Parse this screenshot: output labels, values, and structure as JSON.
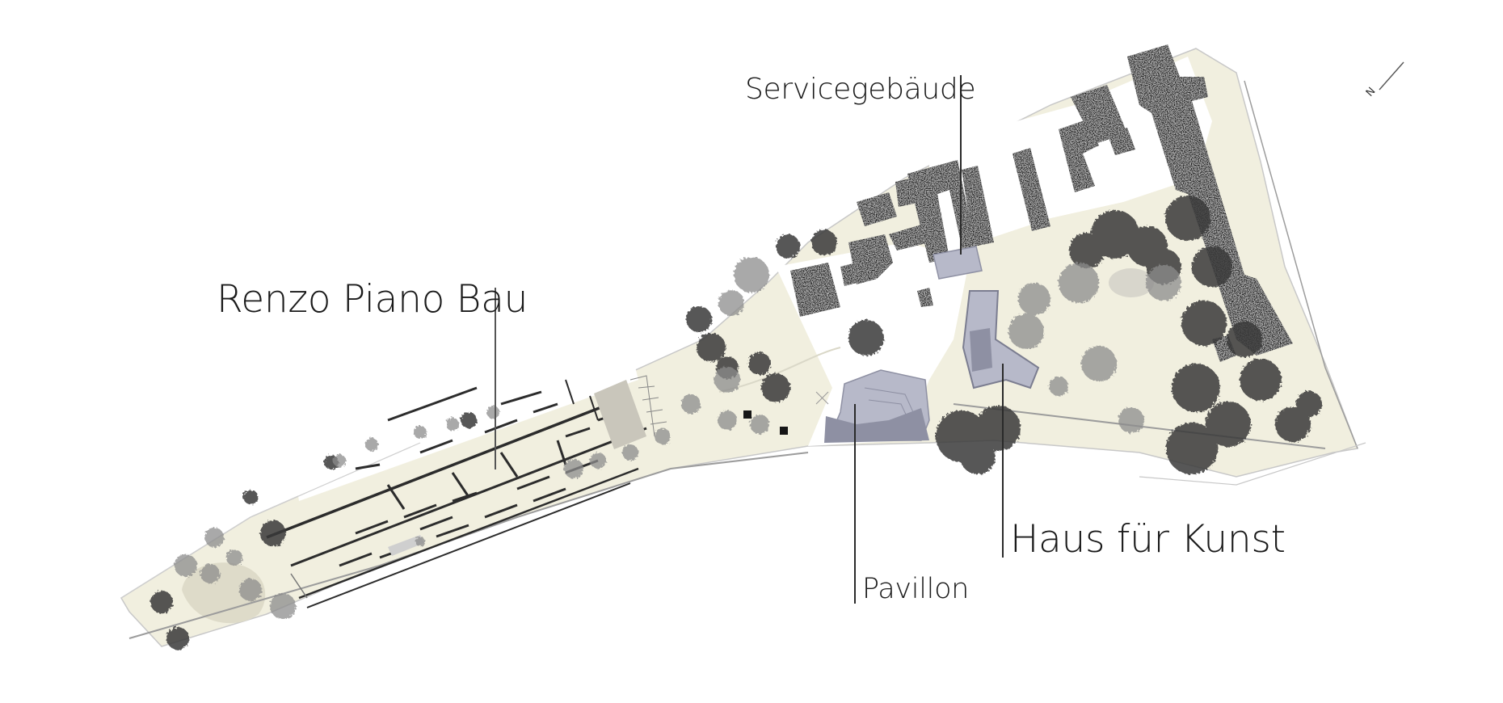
{
  "map": {
    "type": "site plan",
    "background_color": "#ffffff",
    "colors": {
      "landscape": "#efeddc",
      "building_existing": "#161616",
      "building_new": "#b7b9c9",
      "building_new_dark": "#8e90a3",
      "tree_dark": "#2b2b2b",
      "tree_light": "#8a8a8a",
      "boundary_line": "#9a9a9a",
      "label_text": "#1a1a1a"
    },
    "north_arrow": {
      "glyph": "N",
      "icon": "north-arrow-icon"
    }
  },
  "labels": {
    "renzo": "Renzo Piano Bau",
    "service": "Servicegebäude",
    "pavillon": "Pavillon",
    "haus": "Haus für Kunst"
  }
}
